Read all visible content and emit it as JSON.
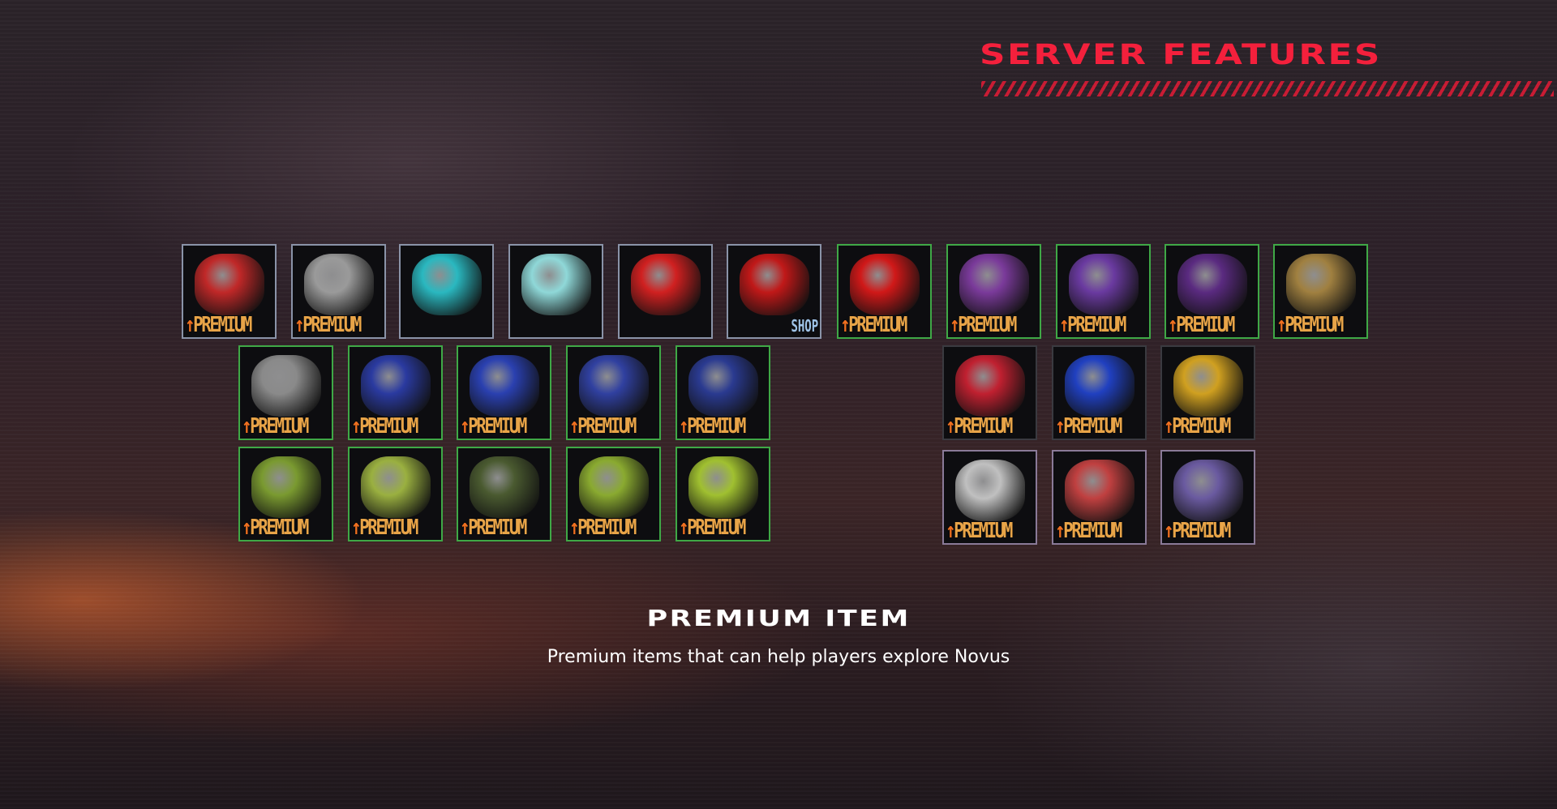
{
  "header": {
    "title": "SERVER FEATURES"
  },
  "section": {
    "title": "PREMIUM ITEM",
    "description": "Premium items that can help players explore Novus"
  },
  "colors": {
    "accent": "#f4203c",
    "premium_label": "#e8a448",
    "green_border": "#3fa846"
  },
  "items": [
    {
      "icon": "red-armor-helmet-icon",
      "label": "PREMIUM",
      "color": "#c02828",
      "border": "b"
    },
    {
      "icon": "silver-armor-helmet-icon",
      "label": "PREMIUM",
      "color": "#9a9a9a",
      "border": "b"
    },
    {
      "icon": "cyan-eye-pendant-icon",
      "label": "",
      "color": "#2ab8c0",
      "border": "b"
    },
    {
      "icon": "white-cyan-pendant-icon",
      "label": "",
      "color": "#8fd8d8",
      "border": "b"
    },
    {
      "icon": "red-pendant-icon",
      "label": "",
      "color": "#d02020",
      "border": "b"
    },
    {
      "icon": "magnet-icon",
      "label": "SHOP",
      "color": "#c01818",
      "border": "b"
    },
    {
      "icon": "red-headband-icon",
      "label": "PREMIUM",
      "color": "#d01818",
      "border": "g"
    },
    {
      "icon": "purple-cape-icon",
      "label": "PREMIUM",
      "color": "#7a3a9a",
      "border": "g"
    },
    {
      "icon": "purple-pants-icon",
      "label": "PREMIUM",
      "color": "#6a3aa0",
      "border": "g"
    },
    {
      "icon": "purple-gloves-icon",
      "label": "PREMIUM",
      "color": "#5a2a80",
      "border": "g"
    },
    {
      "icon": "gold-boots-icon",
      "label": "PREMIUM",
      "color": "#a08040",
      "border": "g"
    },
    {
      "icon": "silver-claw-icon",
      "label": "PREMIUM",
      "color": "#8a8a8a",
      "border": "g"
    },
    {
      "icon": "blue-helmet-icon",
      "label": "PREMIUM",
      "color": "#2a3aa0",
      "border": "g"
    },
    {
      "icon": "blue-armor-legs-icon",
      "label": "PREMIUM",
      "color": "#2a40b0",
      "border": "g"
    },
    {
      "icon": "blue-boots-icon",
      "label": "PREMIUM",
      "color": "#3040a0",
      "border": "g"
    },
    {
      "icon": "blue-greaves-icon",
      "label": "PREMIUM",
      "color": "#2a3a90",
      "border": "g"
    },
    {
      "icon": "green-belt-icon",
      "label": "PREMIUM",
      "color": "#7a9a30",
      "border": "g"
    },
    {
      "icon": "green-jacket-icon",
      "label": "PREMIUM",
      "color": "#9ab040",
      "border": "g"
    },
    {
      "icon": "dark-green-armor-icon",
      "label": "PREMIUM",
      "color": "#4a5a30",
      "border": "g"
    },
    {
      "icon": "green-shoulder-icon",
      "label": "PREMIUM",
      "color": "#8aaa30",
      "border": "g"
    },
    {
      "icon": "green-leggings-icon",
      "label": "PREMIUM",
      "color": "#a0c030",
      "border": "g"
    },
    {
      "icon": "red-crystal-wings-icon",
      "label": "PREMIUM",
      "color": "#c02030",
      "border": "d"
    },
    {
      "icon": "blue-crystal-wings-icon",
      "label": "PREMIUM",
      "color": "#2040c0",
      "border": "d"
    },
    {
      "icon": "gold-crystal-wings-icon",
      "label": "PREMIUM",
      "color": "#d0a020",
      "border": "d"
    },
    {
      "icon": "white-wings-cape-icon",
      "label": "PREMIUM",
      "color": "#c0c0c0",
      "border": "p"
    },
    {
      "icon": "red-white-armor-icon",
      "label": "PREMIUM",
      "color": "#c04040",
      "border": "p"
    },
    {
      "icon": "purple-crest-icon",
      "label": "PREMIUM",
      "color": "#6a5aa0",
      "border": "p"
    }
  ]
}
